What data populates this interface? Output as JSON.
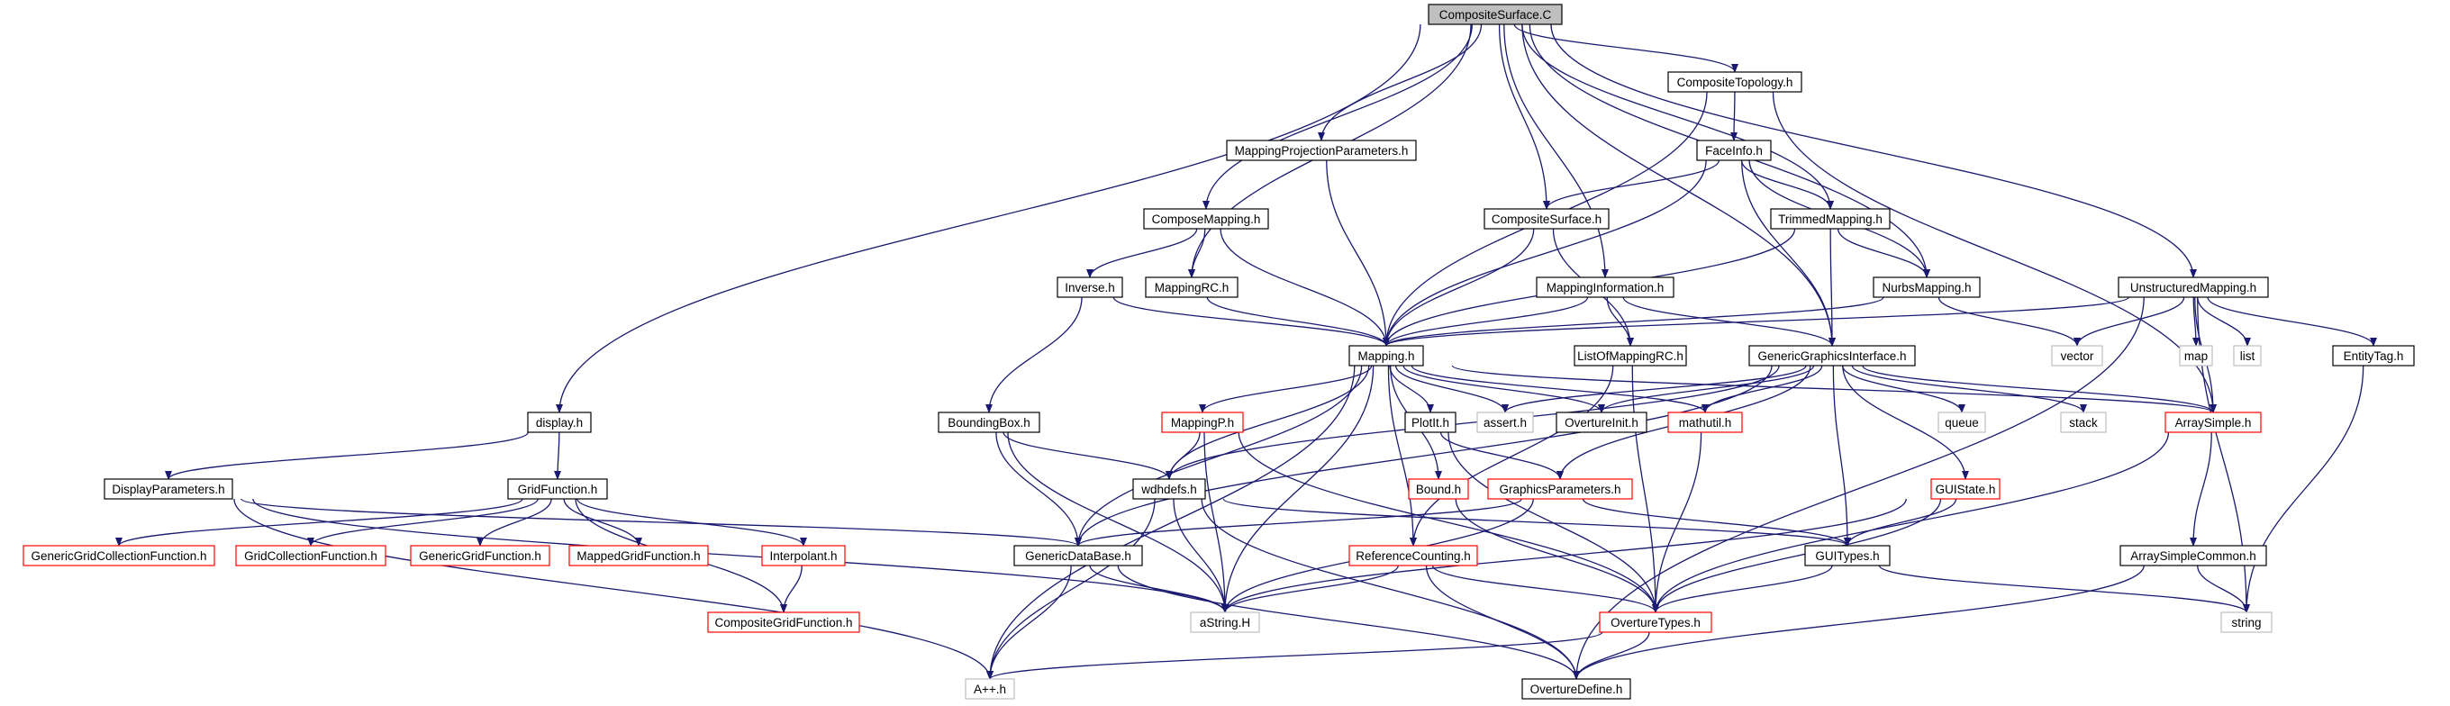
{
  "diagram": {
    "type": "include-dependency-graph",
    "colors": {
      "edge": "#191970",
      "root_fill": "#bfbfbf",
      "root_border": "#000000",
      "normal_border": "#000000",
      "truncated_border": "#ff0000",
      "external_border": "#bfbfbf",
      "background": "#ffffff"
    },
    "nodes": [
      {
        "id": "CompositeSurface_C",
        "label": "CompositeSurface.C",
        "style": "root"
      },
      {
        "id": "CompositeTopology_h",
        "label": "CompositeTopology.h",
        "style": "normal"
      },
      {
        "id": "MappingProjectionParameters_h",
        "label": "MappingProjectionParameters.h",
        "style": "normal"
      },
      {
        "id": "FaceInfo_h",
        "label": "FaceInfo.h",
        "style": "normal"
      },
      {
        "id": "ComposeMapping_h",
        "label": "ComposeMapping.h",
        "style": "normal"
      },
      {
        "id": "CompositeSurface_h",
        "label": "CompositeSurface.h",
        "style": "normal"
      },
      {
        "id": "TrimmedMapping_h",
        "label": "TrimmedMapping.h",
        "style": "normal"
      },
      {
        "id": "Inverse_h",
        "label": "Inverse.h",
        "style": "normal"
      },
      {
        "id": "MappingRC_h",
        "label": "MappingRC.h",
        "style": "normal"
      },
      {
        "id": "MappingInformation_h",
        "label": "MappingInformation.h",
        "style": "normal"
      },
      {
        "id": "NurbsMapping_h",
        "label": "NurbsMapping.h",
        "style": "normal"
      },
      {
        "id": "UnstructuredMapping_h",
        "label": "UnstructuredMapping.h",
        "style": "normal"
      },
      {
        "id": "Mapping_h",
        "label": "Mapping.h",
        "style": "normal"
      },
      {
        "id": "ListOfMappingRC_h",
        "label": "ListOfMappingRC.h",
        "style": "normal"
      },
      {
        "id": "GenericGraphicsInterface_h",
        "label": "GenericGraphicsInterface.h",
        "style": "normal"
      },
      {
        "id": "vector",
        "label": "vector",
        "style": "external"
      },
      {
        "id": "map",
        "label": "map",
        "style": "external"
      },
      {
        "id": "list",
        "label": "list",
        "style": "external"
      },
      {
        "id": "EntityTag_h",
        "label": "EntityTag.h",
        "style": "normal"
      },
      {
        "id": "display_h",
        "label": "display.h",
        "style": "normal"
      },
      {
        "id": "BoundingBox_h",
        "label": "BoundingBox.h",
        "style": "normal"
      },
      {
        "id": "MappingP_h",
        "label": "MappingP.h",
        "style": "truncated"
      },
      {
        "id": "PlotIt_h",
        "label": "PlotIt.h",
        "style": "normal"
      },
      {
        "id": "assert_h",
        "label": "assert.h",
        "style": "external"
      },
      {
        "id": "OvertureInit_h",
        "label": "OvertureInit.h",
        "style": "normal"
      },
      {
        "id": "mathutil_h",
        "label": "mathutil.h",
        "style": "truncated"
      },
      {
        "id": "queue",
        "label": "queue",
        "style": "external"
      },
      {
        "id": "stack",
        "label": "stack",
        "style": "external"
      },
      {
        "id": "ArraySimple_h",
        "label": "ArraySimple.h",
        "style": "truncated"
      },
      {
        "id": "DisplayParameters_h",
        "label": "DisplayParameters.h",
        "style": "normal"
      },
      {
        "id": "GridFunction_h",
        "label": "GridFunction.h",
        "style": "normal"
      },
      {
        "id": "wdhdefs_h",
        "label": "wdhdefs.h",
        "style": "normal"
      },
      {
        "id": "Bound_h",
        "label": "Bound.h",
        "style": "truncated"
      },
      {
        "id": "GraphicsParameters_h",
        "label": "GraphicsParameters.h",
        "style": "truncated"
      },
      {
        "id": "GUIState_h",
        "label": "GUIState.h",
        "style": "truncated"
      },
      {
        "id": "GenericGridCollectionFunction_h",
        "label": "GenericGridCollectionFunction.h",
        "style": "truncated"
      },
      {
        "id": "GridCollectionFunction_h",
        "label": "GridCollectionFunction.h",
        "style": "truncated"
      },
      {
        "id": "GenericGridFunction_h",
        "label": "GenericGridFunction.h",
        "style": "truncated"
      },
      {
        "id": "MappedGridFunction_h",
        "label": "MappedGridFunction.h",
        "style": "truncated"
      },
      {
        "id": "Interpolant_h",
        "label": "Interpolant.h",
        "style": "truncated"
      },
      {
        "id": "GenericDataBase_h",
        "label": "GenericDataBase.h",
        "style": "normal"
      },
      {
        "id": "ReferenceCounting_h",
        "label": "ReferenceCounting.h",
        "style": "truncated"
      },
      {
        "id": "GUITypes_h",
        "label": "GUITypes.h",
        "style": "normal"
      },
      {
        "id": "ArraySimpleCommon_h",
        "label": "ArraySimpleCommon.h",
        "style": "normal"
      },
      {
        "id": "CompositeGridFunction_h",
        "label": "CompositeGridFunction.h",
        "style": "truncated"
      },
      {
        "id": "aString_H",
        "label": "aString.H",
        "style": "external"
      },
      {
        "id": "OvertureTypes_h",
        "label": "OvertureTypes.h",
        "style": "truncated"
      },
      {
        "id": "string",
        "label": "string",
        "style": "external"
      },
      {
        "id": "App_h",
        "label": "A++.h",
        "style": "external"
      },
      {
        "id": "OvertureDefine_h",
        "label": "OvertureDefine.h",
        "style": "normal"
      }
    ],
    "edges": [
      [
        "CompositeSurface_C",
        "CompositeTopology_h"
      ],
      [
        "CompositeSurface_C",
        "MappingProjectionParameters_h"
      ],
      [
        "CompositeSurface_C",
        "ComposeMapping_h"
      ],
      [
        "CompositeSurface_C",
        "MappingRC_h"
      ],
      [
        "CompositeSurface_C",
        "CompositeSurface_h"
      ],
      [
        "CompositeSurface_C",
        "MappingInformation_h"
      ],
      [
        "CompositeSurface_C",
        "TrimmedMapping_h"
      ],
      [
        "CompositeSurface_C",
        "NurbsMapping_h"
      ],
      [
        "CompositeSurface_C",
        "GenericGraphicsInterface_h"
      ],
      [
        "CompositeSurface_C",
        "UnstructuredMapping_h"
      ],
      [
        "CompositeSurface_C",
        "display_h"
      ],
      [
        "CompositeTopology_h",
        "FaceInfo_h"
      ],
      [
        "CompositeTopology_h",
        "Mapping_h"
      ],
      [
        "CompositeTopology_h",
        "ArraySimple_h"
      ],
      [
        "MappingProjectionParameters_h",
        "Mapping_h"
      ],
      [
        "FaceInfo_h",
        "CompositeSurface_h"
      ],
      [
        "FaceInfo_h",
        "TrimmedMapping_h"
      ],
      [
        "FaceInfo_h",
        "NurbsMapping_h"
      ],
      [
        "FaceInfo_h",
        "GenericGraphicsInterface_h"
      ],
      [
        "FaceInfo_h",
        "Mapping_h"
      ],
      [
        "ComposeMapping_h",
        "Inverse_h"
      ],
      [
        "ComposeMapping_h",
        "MappingRC_h"
      ],
      [
        "ComposeMapping_h",
        "Mapping_h"
      ],
      [
        "CompositeSurface_h",
        "Mapping_h"
      ],
      [
        "CompositeSurface_h",
        "ListOfMappingRC_h"
      ],
      [
        "TrimmedMapping_h",
        "Mapping_h"
      ],
      [
        "TrimmedMapping_h",
        "NurbsMapping_h"
      ],
      [
        "TrimmedMapping_h",
        "GenericGraphicsInterface_h"
      ],
      [
        "Inverse_h",
        "Mapping_h"
      ],
      [
        "Inverse_h",
        "BoundingBox_h"
      ],
      [
        "MappingRC_h",
        "Mapping_h"
      ],
      [
        "MappingInformation_h",
        "Mapping_h"
      ],
      [
        "MappingInformation_h",
        "GenericGraphicsInterface_h"
      ],
      [
        "MappingInformation_h",
        "ListOfMappingRC_h"
      ],
      [
        "NurbsMapping_h",
        "Mapping_h"
      ],
      [
        "NurbsMapping_h",
        "vector"
      ],
      [
        "UnstructuredMapping_h",
        "Mapping_h"
      ],
      [
        "UnstructuredMapping_h",
        "vector"
      ],
      [
        "UnstructuredMapping_h",
        "map"
      ],
      [
        "UnstructuredMapping_h",
        "list"
      ],
      [
        "UnstructuredMapping_h",
        "EntityTag_h"
      ],
      [
        "UnstructuredMapping_h",
        "ArraySimple_h"
      ],
      [
        "UnstructuredMapping_h",
        "string"
      ],
      [
        "UnstructuredMapping_h",
        "OvertureDefine_h"
      ],
      [
        "Mapping_h",
        "MappingP_h"
      ],
      [
        "Mapping_h",
        "PlotIt_h"
      ],
      [
        "Mapping_h",
        "assert_h"
      ],
      [
        "Mapping_h",
        "OvertureInit_h"
      ],
      [
        "Mapping_h",
        "mathutil_h"
      ],
      [
        "Mapping_h",
        "ArraySimple_h"
      ],
      [
        "Mapping_h",
        "Bound_h"
      ],
      [
        "Mapping_h",
        "wdhdefs_h"
      ],
      [
        "Mapping_h",
        "GenericDataBase_h"
      ],
      [
        "Mapping_h",
        "ReferenceCounting_h"
      ],
      [
        "Mapping_h",
        "aString_H"
      ],
      [
        "Mapping_h",
        "App_h"
      ],
      [
        "ListOfMappingRC_h",
        "ReferenceCounting_h"
      ],
      [
        "ListOfMappingRC_h",
        "OvertureTypes_h"
      ],
      [
        "GenericGraphicsInterface_h",
        "assert_h"
      ],
      [
        "GenericGraphicsInterface_h",
        "OvertureInit_h"
      ],
      [
        "GenericGraphicsInterface_h",
        "mathutil_h"
      ],
      [
        "GenericGraphicsInterface_h",
        "queue"
      ],
      [
        "GenericGraphicsInterface_h",
        "stack"
      ],
      [
        "GenericGraphicsInterface_h",
        "ArraySimple_h"
      ],
      [
        "GenericGraphicsInterface_h",
        "GraphicsParameters_h"
      ],
      [
        "GenericGraphicsInterface_h",
        "GUIState_h"
      ],
      [
        "GenericGraphicsInterface_h",
        "GUITypes_h"
      ],
      [
        "GenericGraphicsInterface_h",
        "wdhdefs_h"
      ],
      [
        "GenericGraphicsInterface_h",
        "GenericDataBase_h"
      ],
      [
        "EntityTag_h",
        "string"
      ],
      [
        "display_h",
        "DisplayParameters_h"
      ],
      [
        "display_h",
        "GridFunction_h"
      ],
      [
        "BoundingBox_h",
        "wdhdefs_h"
      ],
      [
        "BoundingBox_h",
        "GenericDataBase_h"
      ],
      [
        "BoundingBox_h",
        "aString_H"
      ],
      [
        "MappingP_h",
        "wdhdefs_h"
      ],
      [
        "MappingP_h",
        "aString_H"
      ],
      [
        "MappingP_h",
        "OvertureTypes_h"
      ],
      [
        "PlotIt_h",
        "GraphicsParameters_h"
      ],
      [
        "PlotIt_h",
        "OvertureTypes_h"
      ],
      [
        "mathutil_h",
        "OvertureTypes_h"
      ],
      [
        "ArraySimple_h",
        "ArraySimpleCommon_h"
      ],
      [
        "ArraySimple_h",
        "OvertureTypes_h"
      ],
      [
        "DisplayParameters_h",
        "GenericDataBase_h"
      ],
      [
        "DisplayParameters_h",
        "aString_H"
      ],
      [
        "DisplayParameters_h",
        "App_h"
      ],
      [
        "GridFunction_h",
        "GenericGridCollectionFunction_h"
      ],
      [
        "GridFunction_h",
        "GridCollectionFunction_h"
      ],
      [
        "GridFunction_h",
        "GenericGridFunction_h"
      ],
      [
        "GridFunction_h",
        "MappedGridFunction_h"
      ],
      [
        "GridFunction_h",
        "Interpolant_h"
      ],
      [
        "GridFunction_h",
        "CompositeGridFunction_h"
      ],
      [
        "wdhdefs_h",
        "GUITypes_h"
      ],
      [
        "wdhdefs_h",
        "aString_H"
      ],
      [
        "wdhdefs_h",
        "App_h"
      ],
      [
        "wdhdefs_h",
        "OvertureDefine_h"
      ],
      [
        "Bound_h",
        "OvertureTypes_h"
      ],
      [
        "GraphicsParameters_h",
        "GenericDataBase_h"
      ],
      [
        "GraphicsParameters_h",
        "GUITypes_h"
      ],
      [
        "GraphicsParameters_h",
        "aString_H"
      ],
      [
        "GUIState_h",
        "GUITypes_h"
      ],
      [
        "GUIState_h",
        "aString_H"
      ],
      [
        "GUIState_h",
        "OvertureTypes_h"
      ],
      [
        "Interpolant_h",
        "CompositeGridFunction_h"
      ],
      [
        "GenericDataBase_h",
        "aString_H"
      ],
      [
        "GenericDataBase_h",
        "App_h"
      ],
      [
        "GenericDataBase_h",
        "OvertureDefine_h"
      ],
      [
        "ReferenceCounting_h",
        "OvertureTypes_h"
      ],
      [
        "ReferenceCounting_h",
        "aString_H"
      ],
      [
        "ReferenceCounting_h",
        "OvertureDefine_h"
      ],
      [
        "GUITypes_h",
        "OvertureTypes_h"
      ],
      [
        "GUITypes_h",
        "string"
      ],
      [
        "ArraySimpleCommon_h",
        "string"
      ],
      [
        "ArraySimpleCommon_h",
        "OvertureDefine_h"
      ],
      [
        "OvertureTypes_h",
        "App_h"
      ],
      [
        "OvertureTypes_h",
        "OvertureDefine_h"
      ]
    ]
  }
}
